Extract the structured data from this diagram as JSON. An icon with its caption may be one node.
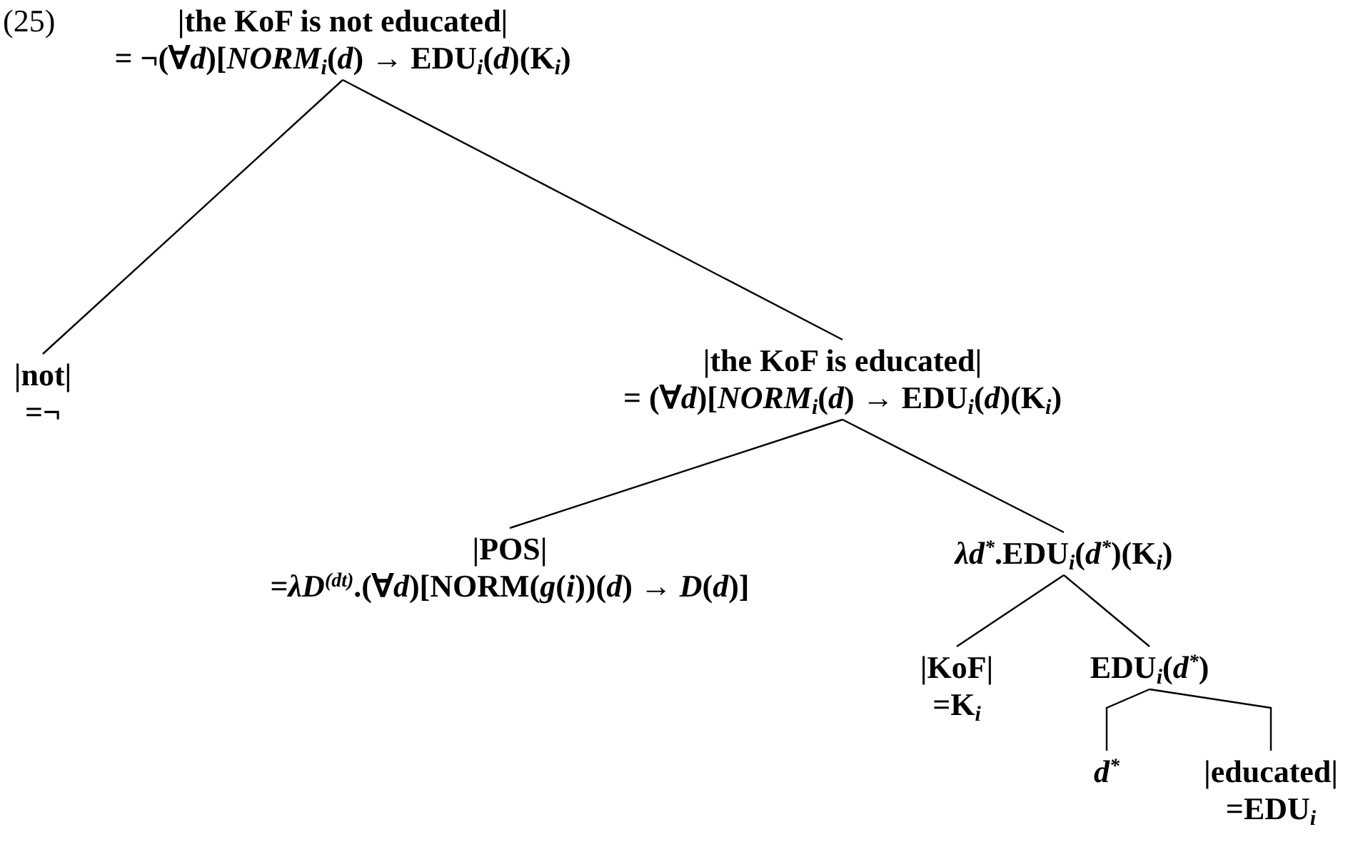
{
  "diagram": {
    "nodes": [
      {
        "text": [
          "|the KoF is not educated|",
          "= ¬(∀*d*)[*NORM*$_{i}$(*d*) → EDU$_{i}$(*d*)(K$_{i}$)"
        ]
      },
      {
        "text": [
          "|not|",
          "=¬"
        ]
      },
      {
        "text": [
          "|the KoF is educated|",
          "= (∀*d*)[*NORM*$_{i}$(*d*) → EDU$_{i}$(*d*)(K$_{i}$)"
        ]
      },
      {
        "text": [
          "|POS|",
          "=*λD*$^{(dt)}$.(∀*d*)[NORM(*g*(*i*))(*d*) → *D*(*d*)]"
        ]
      },
      {
        "text": [
          "*λd*$^{*}$.EDU$_{i}$(*d*$^{*}$)(K$_{i}$)"
        ]
      },
      {
        "text": [
          "|KoF|",
          "=K$_{i}$"
        ]
      },
      {
        "text": [
          "EDU$_{i}$(*d*$^{*}$)"
        ]
      },
      {
        "text": [
          "*d*$^{*}$"
        ]
      },
      {
        "text": [
          "|educated|",
          "=EDU$_{i}$"
        ]
      }
    ],
    "edges": [
      {
        "from": 0,
        "to": 1,
        "arrow": "none"
      },
      {
        "from": 0,
        "to": 2,
        "arrow": "none"
      },
      {
        "from": 2,
        "to": 3,
        "arrow": "none"
      },
      {
        "from": 2,
        "to": 4,
        "arrow": "none"
      },
      {
        "from": 4,
        "to": 5,
        "arrow": "none"
      },
      {
        "from": 4,
        "to": 6,
        "arrow": "none"
      },
      {
        "from": 6,
        "to": 7,
        "arrow": "none"
      },
      {
        "from": 6,
        "to": 8,
        "arrow": "none"
      }
    ],
    "labels": [
      "(25)"
    ]
  }
}
